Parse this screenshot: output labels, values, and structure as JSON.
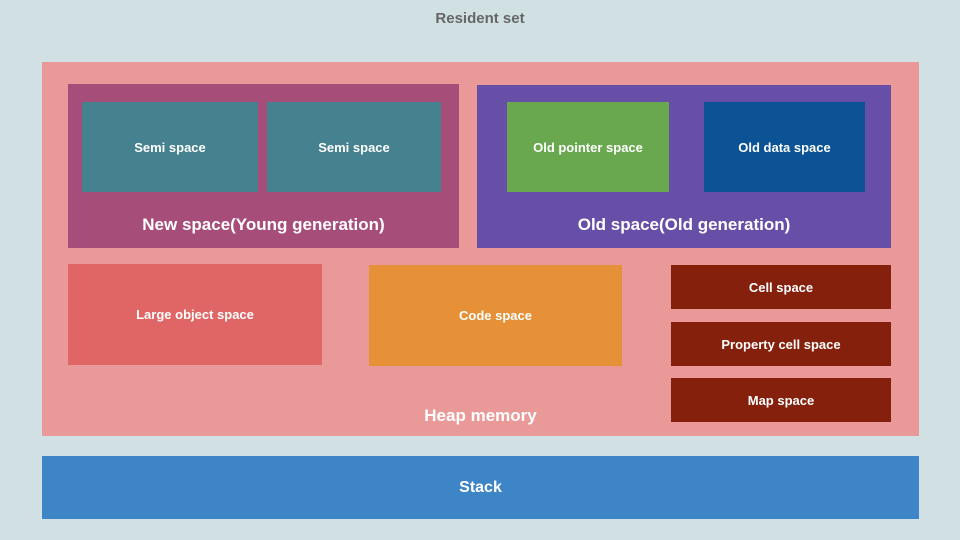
{
  "title": "Resident set",
  "colors": {
    "background": "#d0e0e3",
    "title_text": "#666666",
    "heap": "#ea9999",
    "new_space": "#a64d79",
    "semi_space": "#45818e",
    "old_space": "#674ea7",
    "old_pointer_space": "#6aa84f",
    "old_data_space": "#0b5394",
    "large_object_space": "#e06666",
    "code_space": "#e69138",
    "side_box": "#85200c",
    "stack": "#3d85c6",
    "box_text": "#ffffff"
  },
  "heap": {
    "label": "Heap memory",
    "new_space": {
      "label": "New space(Young generation)",
      "children": [
        "Semi space",
        "Semi space"
      ]
    },
    "old_space": {
      "label": "Old space(Old generation)",
      "children": [
        "Old pointer space",
        "Old data space"
      ]
    },
    "large_object_space": "Large object space",
    "code_space": "Code space",
    "side_boxes": [
      "Cell space",
      "Property cell space",
      "Map space"
    ]
  },
  "stack": {
    "label": "Stack"
  }
}
